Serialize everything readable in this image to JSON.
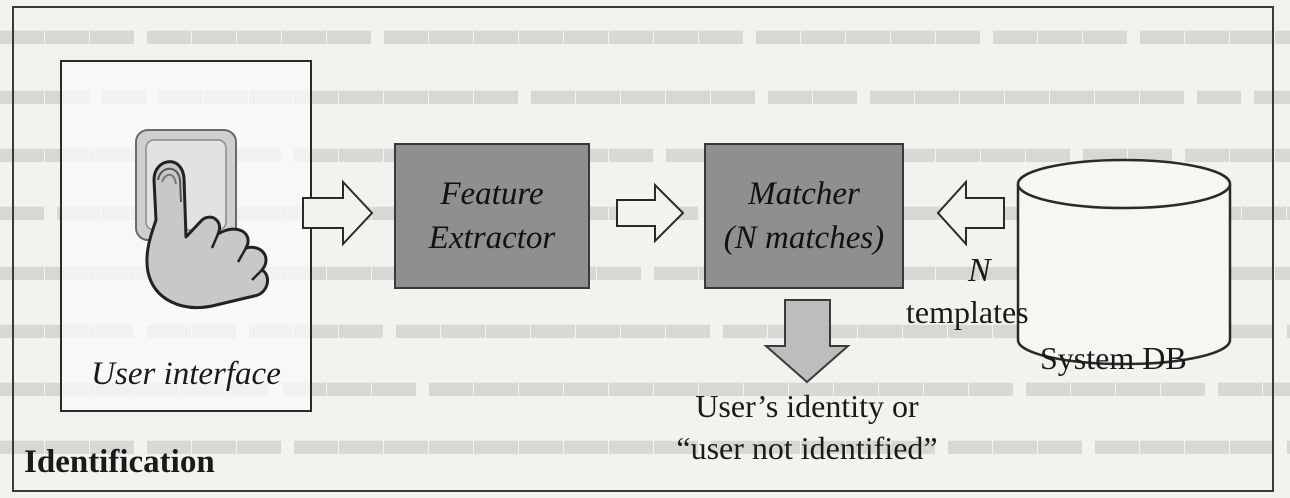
{
  "diagram": {
    "user_interface_label": "User interface",
    "feature_extractor_label": [
      "Feature",
      "Extractor"
    ],
    "matcher_label": [
      "Matcher",
      "(N matches)"
    ],
    "templates_n": "N",
    "templates_label": "templates",
    "db_label": "System DB",
    "output_label": [
      "User’s identity or",
      "“user not identified”"
    ],
    "caption": "Identification"
  },
  "icons": [
    "fingerprint-touch-icon",
    "arrow-right-icon",
    "arrow-left-icon",
    "arrow-down-icon",
    "database-icon"
  ],
  "colors": {
    "process_box": "#8f8f8f",
    "arrow_fill": "#bdbdbd",
    "frame": "#3a3a3a"
  }
}
